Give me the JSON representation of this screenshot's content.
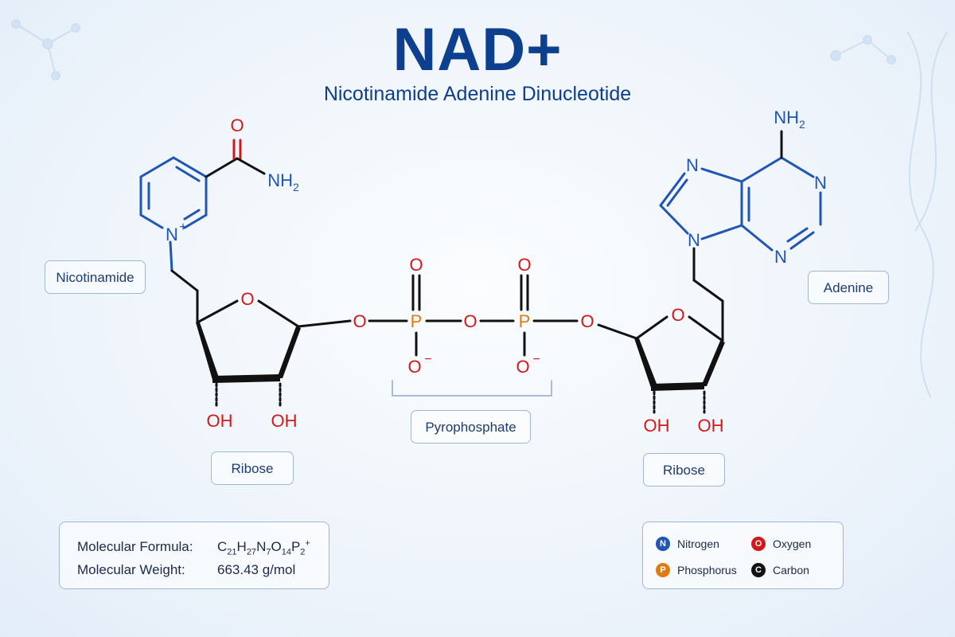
{
  "header": {
    "title": "NAD+",
    "subtitle": "Nicotinamide Adenine Dinucleotide"
  },
  "atoms": {
    "carbonyl_o": "O",
    "amide_nh2": "NH",
    "amide_nh2_sub": "2",
    "pyridinium_n": "N",
    "pyridinium_charge": "+",
    "ribose1_ring_o": "O",
    "ribose1_oh_left": "OH",
    "ribose1_oh_right": "OH",
    "bridge_o_left": "O",
    "p1": "P",
    "p1_o_top": "O",
    "p1_o_bottom": "O",
    "p1_o_charge": "−",
    "bridge_o_mid": "O",
    "p2": "P",
    "p2_o_top": "O",
    "p2_o_bottom": "O",
    "p2_o_charge": "−",
    "bridge_o_right": "O",
    "ribose2_ring_o": "O",
    "ribose2_oh_left": "OH",
    "ribose2_oh_right": "OH",
    "adenine_nh2": "NH",
    "adenine_nh2_sub": "2",
    "adenine_n_top": "N",
    "adenine_n_right": "N",
    "adenine_n_bottom": "N",
    "adenine_n9": "N"
  },
  "labels": {
    "nicotinamide": "Nicotinamide",
    "ribose_left": "Ribose",
    "pyrophosphate": "Pyrophosphate",
    "ribose_right": "Ribose",
    "adenine": "Adenine"
  },
  "properties": {
    "formula_label": "Molecular Formula:",
    "formula": {
      "c": "C",
      "c_n": "21",
      "h": "H",
      "h_n": "27",
      "n": "N",
      "n_n": "7",
      "o": "O",
      "o_n": "14",
      "p": "P",
      "p_n": "2",
      "charge": "+"
    },
    "weight_label": "Molecular Weight:",
    "weight": "663.43 g/mol"
  },
  "legend": {
    "items": [
      {
        "symbol": "N",
        "name": "Nitrogen"
      },
      {
        "symbol": "O",
        "name": "Oxygen"
      },
      {
        "symbol": "P",
        "name": "Phosphorus"
      },
      {
        "symbol": "C",
        "name": "Carbon"
      }
    ]
  },
  "colors": {
    "nitrogen": "#1f55b5",
    "oxygen": "#d21818",
    "phosphorus": "#e07b12",
    "carbon": "#111111",
    "title": "#0d3f8f"
  }
}
